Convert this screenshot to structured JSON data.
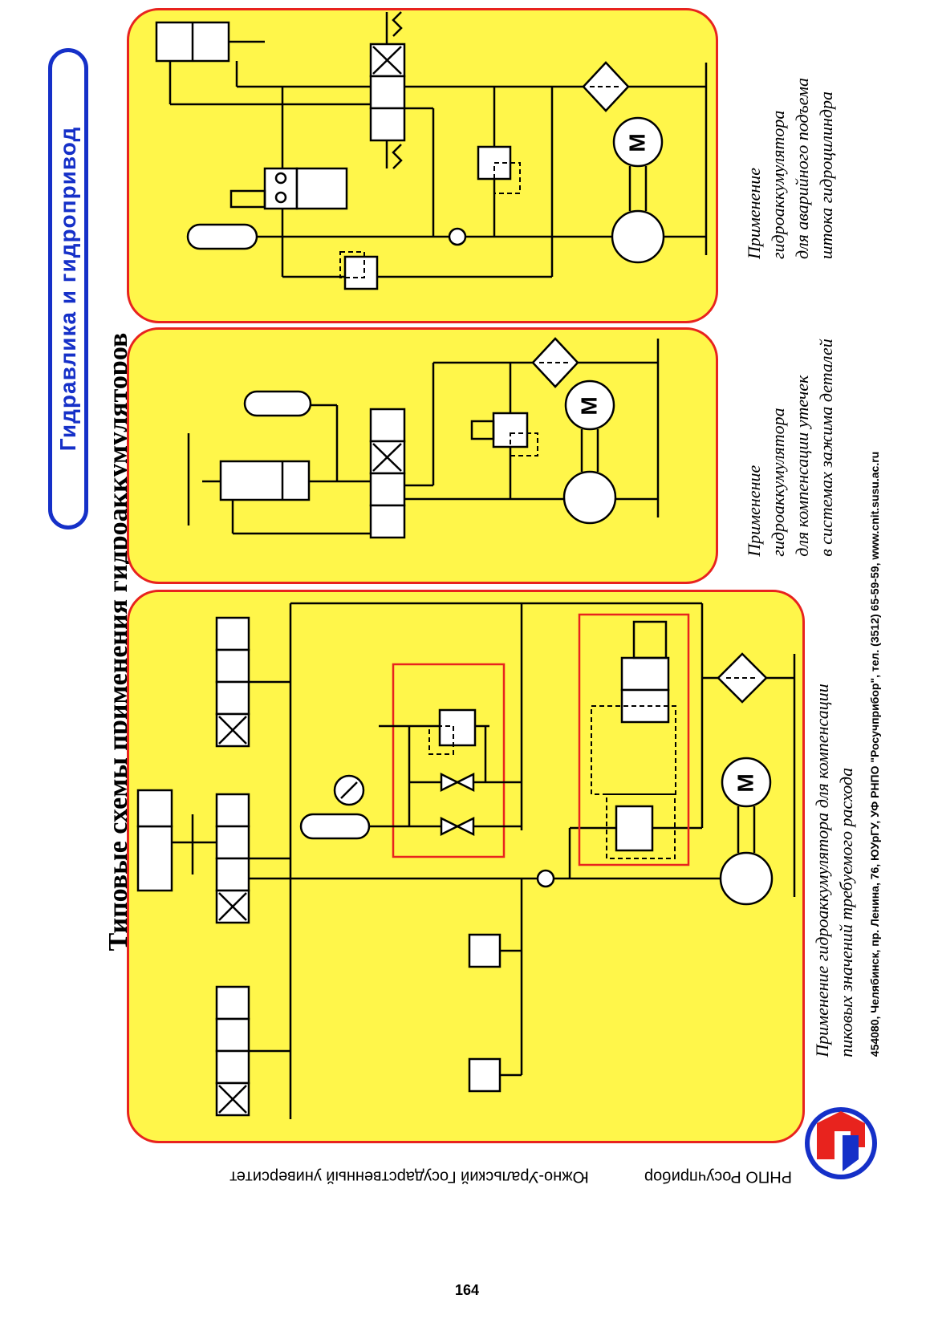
{
  "header": {
    "section_title": "Гидравлика и гидропривод",
    "page_title": "Типовые схемы применения гидроаккумуляторов"
  },
  "panels": {
    "panel_1": {
      "caption_line1": "Применение гидроаккумулятора для компенсации",
      "caption_line2": "пиковых значений требуемого расхода"
    },
    "panel_2": {
      "caption_line1": "Применение",
      "caption_line2": "гидроаккумулятора",
      "caption_line3": "для компенсации утечек",
      "caption_line4": "в системах зажима деталей"
    },
    "panel_3": {
      "caption_line1": "Применение",
      "caption_line2": "гидроаккумулятора",
      "caption_line3": "для аварийного подъема",
      "caption_line4": "штока гидроцилиндра"
    }
  },
  "symbols": {
    "motor_letter": "M"
  },
  "footer": {
    "address": "454080, Челябинск, пр. Ленина, 76, ЮУрГУ, УФ РНПО \"Росучприбор\", тел. (3512) 65-59-59, www.cnit.susu.ac.ru",
    "org_1": "Южно-Уральский Государственный университет",
    "org_2": "РНПО Росучприбор",
    "page_number": "164"
  },
  "colors": {
    "panel_fill": "#fff64a",
    "panel_border": "#e8231e",
    "header_blue": "#1530c8",
    "logo_red": "#e8231e",
    "logo_blue": "#1530c8"
  }
}
